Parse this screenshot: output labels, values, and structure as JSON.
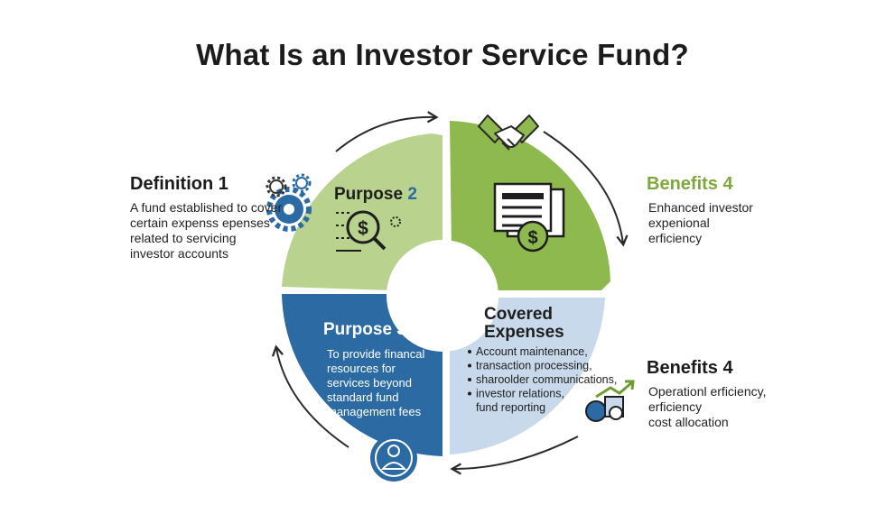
{
  "title": "What Is an Investor Service Fund?",
  "colors": {
    "light_green": "#b9d28e",
    "green": "#8eb94e",
    "blue": "#2b6aa3",
    "light_blue": "#c7d9ea",
    "benefits_title": "#7ea83b"
  },
  "definition": {
    "title": "Definition 1",
    "lines": [
      "A fund established to cover",
      "certain expenss epenses",
      "related to servicing",
      "investor accounts"
    ],
    "icon": "gears-icon"
  },
  "purpose2": {
    "title": "Purpose",
    "number": "2",
    "icon": "dollar-magnifier-icon"
  },
  "purpose3": {
    "title": "Purpose 3",
    "lines": [
      "To provide financal",
      "resources for",
      "services beyond",
      "standard fund",
      "management fees"
    ],
    "icon": "person-badge-icon"
  },
  "covered": {
    "title_lines": [
      "Covered",
      "Expenses"
    ],
    "items": [
      "Account maintenance,",
      "transaction processing,",
      "sharoolder communications,",
      "investor relations,",
      "fund reporting"
    ],
    "bullets": [
      true,
      true,
      true,
      true,
      false
    ]
  },
  "benefits_top": {
    "title": "Benefits 4",
    "lines": [
      "Enhanced investor",
      "expenional",
      "erficiency"
    ],
    "icons": [
      "handshake-icon",
      "document-dollar-icon"
    ]
  },
  "benefits_bottom": {
    "title": "Benefits 4",
    "lines": [
      "Operationl erficiency,",
      "erficiency",
      "cost allocation"
    ],
    "icon": "money-growth-icon"
  }
}
